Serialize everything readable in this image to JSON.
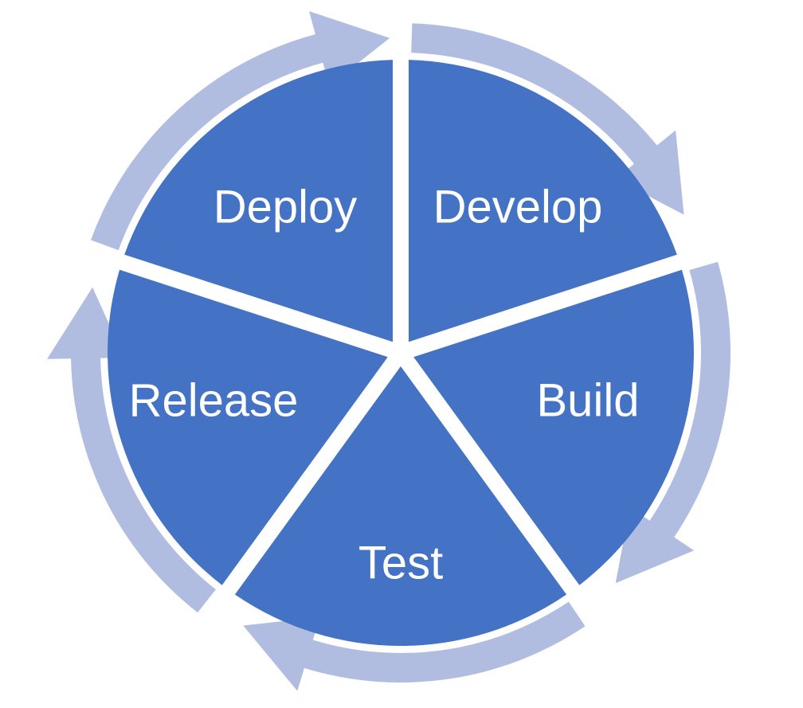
{
  "diagram": {
    "type": "cycle",
    "colors": {
      "segment": "#4472c4",
      "arrow": "#b0bde0",
      "background": "#ffffff",
      "text": "#ffffff"
    },
    "segments": [
      {
        "label": "Develop"
      },
      {
        "label": "Build"
      },
      {
        "label": "Test"
      },
      {
        "label": "Release"
      },
      {
        "label": "Deploy"
      }
    ]
  }
}
